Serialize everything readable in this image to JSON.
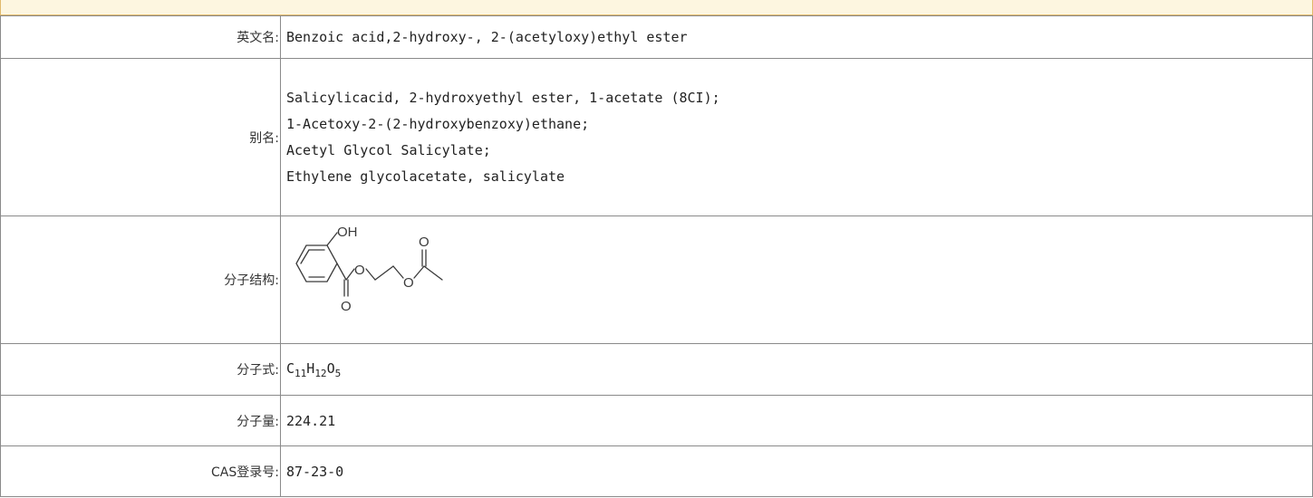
{
  "rows": {
    "english_name": {
      "label": "英文名:",
      "value": "Benzoic acid,2-hydroxy-, 2-(acetyloxy)ethyl ester"
    },
    "aliases": {
      "label": "别名:",
      "values": [
        "Salicylicacid, 2-hydroxyethyl ester, 1-acetate (8CI);",
        "1-Acetoxy-2-(2-hydroxybenzoxy)ethane;",
        "Acetyl Glycol Salicylate;",
        "Ethylene glycolacetate, salicylate"
      ]
    },
    "structure": {
      "label": "分子结构:",
      "atom_oh": "OH",
      "atom_o": "O"
    },
    "formula": {
      "label": "分子式:",
      "c": "C",
      "c_count": "11",
      "h": "H",
      "h_count": "12",
      "o": "O",
      "o_count": "5"
    },
    "mol_weight": {
      "label": "分子量:",
      "value": "224.21"
    },
    "cas": {
      "label": "CAS登录号:",
      "value": "87-23-0"
    }
  }
}
